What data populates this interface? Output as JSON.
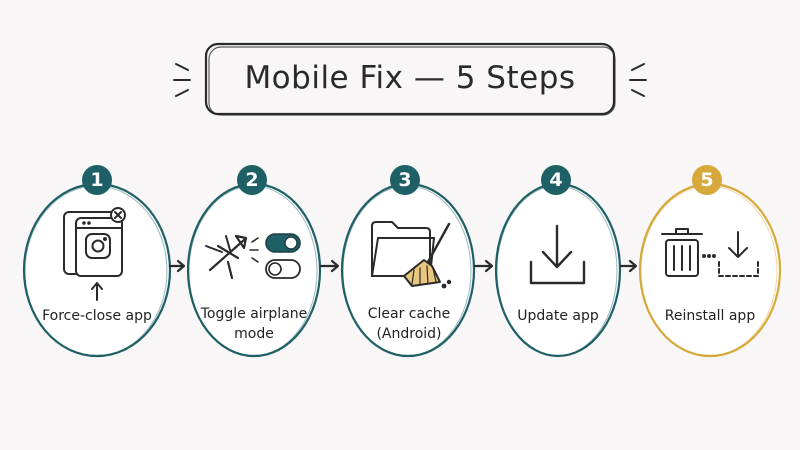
{
  "title": "Mobile Fix — 5 Steps",
  "steps": [
    {
      "number": "1",
      "label": "Force-close app",
      "icon": "app-window-close-icon"
    },
    {
      "number": "2",
      "label": "Toggle airplane mode",
      "icon": "airplane-toggle-icon"
    },
    {
      "number": "3",
      "label": "Clear cache (Android)",
      "icon": "folder-broom-icon"
    },
    {
      "number": "4",
      "label": "Update app",
      "icon": "download-icon"
    },
    {
      "number": "5",
      "label": "Reinstall app",
      "icon": "trash-download-icon"
    }
  ],
  "colors": {
    "teal": "#1f5f66",
    "gold": "#d6a93a",
    "ink": "#2a2a2a",
    "background": "#f8f6f6"
  }
}
